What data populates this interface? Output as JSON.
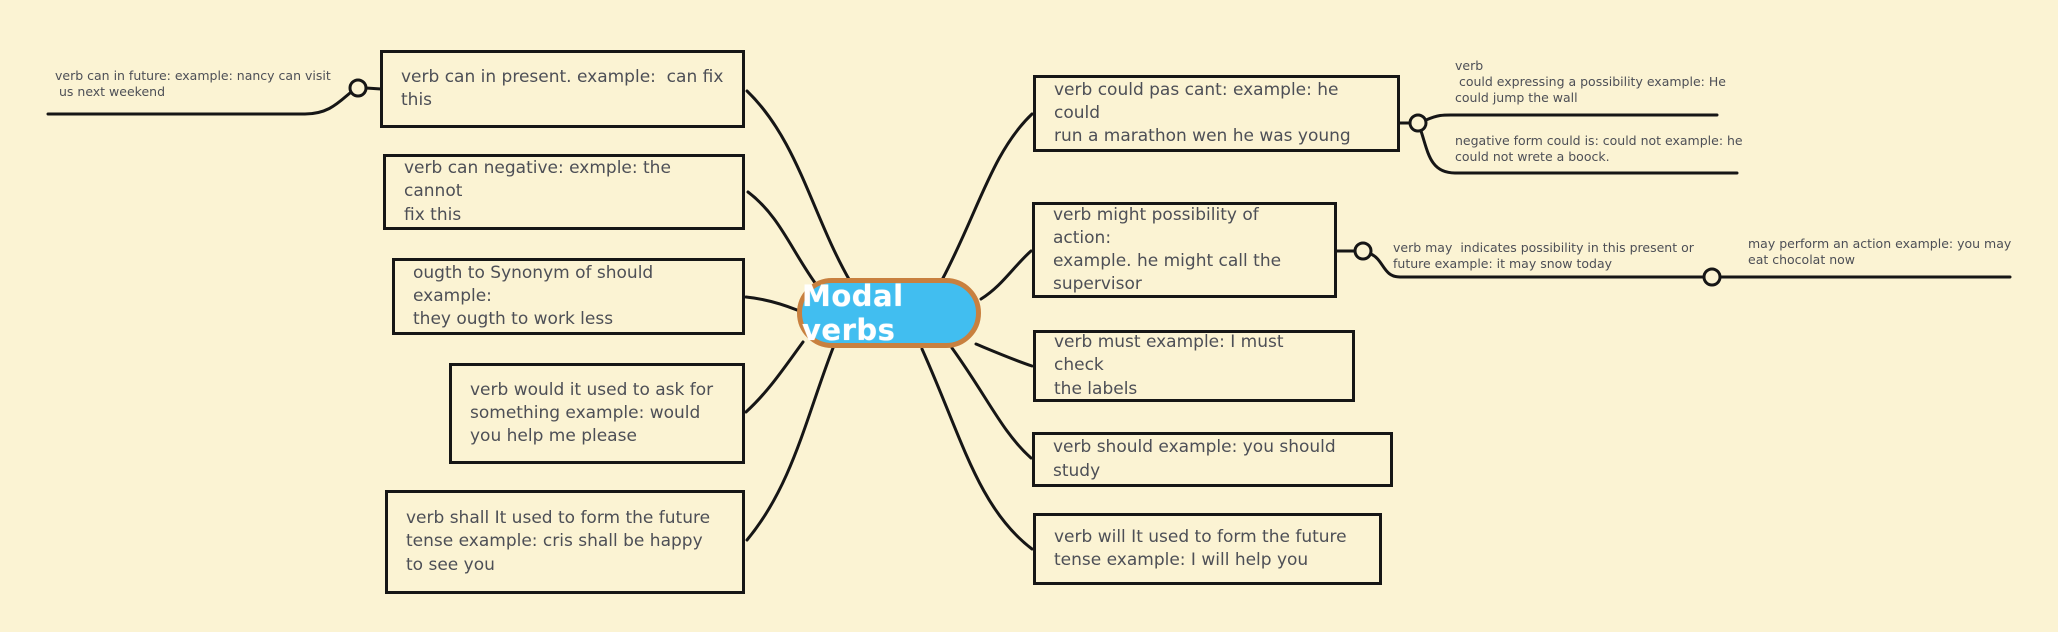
{
  "diagram": {
    "type": "mind-map",
    "center": {
      "label": "Modal verbs"
    },
    "left": {
      "can_present": {
        "label": "verb can in present. example:  can fix\nthis"
      },
      "can_future": {
        "label": "verb can in future: example: nancy can visit\n us next weekend"
      },
      "can_negative": {
        "label": "verb can negative: exmple: the cannot\nfix this"
      },
      "ought_to": {
        "label": "ougth to Synonym of should example:\nthey ougth to work less"
      },
      "would": {
        "label": "verb would it used to ask for\nsomething example: would\nyou help me please"
      },
      "shall": {
        "label": "verb shall It used to form the future\ntense example: cris shall be happy\nto see you"
      }
    },
    "right": {
      "could": {
        "label": "verb could pas cant: example: he could\nrun a marathon wen he was young"
      },
      "could_possibility": {
        "label": "verb\n could expressing a possibility example: He\ncould jump the wall"
      },
      "could_negative": {
        "label": "negative form could is: could not example: he\ncould not wrete a boock."
      },
      "might": {
        "label": "verb might possibility of action:\nexample. he might call the\nsupervisor"
      },
      "may": {
        "label": "verb may  indicates possibility in this present or\nfuture example: it may snow today"
      },
      "may_perform": {
        "label": "may perform an action example: you may\neat chocolat now"
      },
      "must": {
        "label": "verb must example: I must check\nthe labels"
      },
      "should": {
        "label": "verb should example: you should study"
      },
      "will": {
        "label": "verb will It used to form the future\ntense example: I will help you"
      }
    },
    "colors": {
      "background": "#fbf3d3",
      "node_border": "#161616",
      "node_text": "#4d4f56",
      "branch_line": "#161616",
      "center_fill": "#41bef0",
      "center_border": "#c8803f",
      "center_text": "#ffffff"
    }
  }
}
